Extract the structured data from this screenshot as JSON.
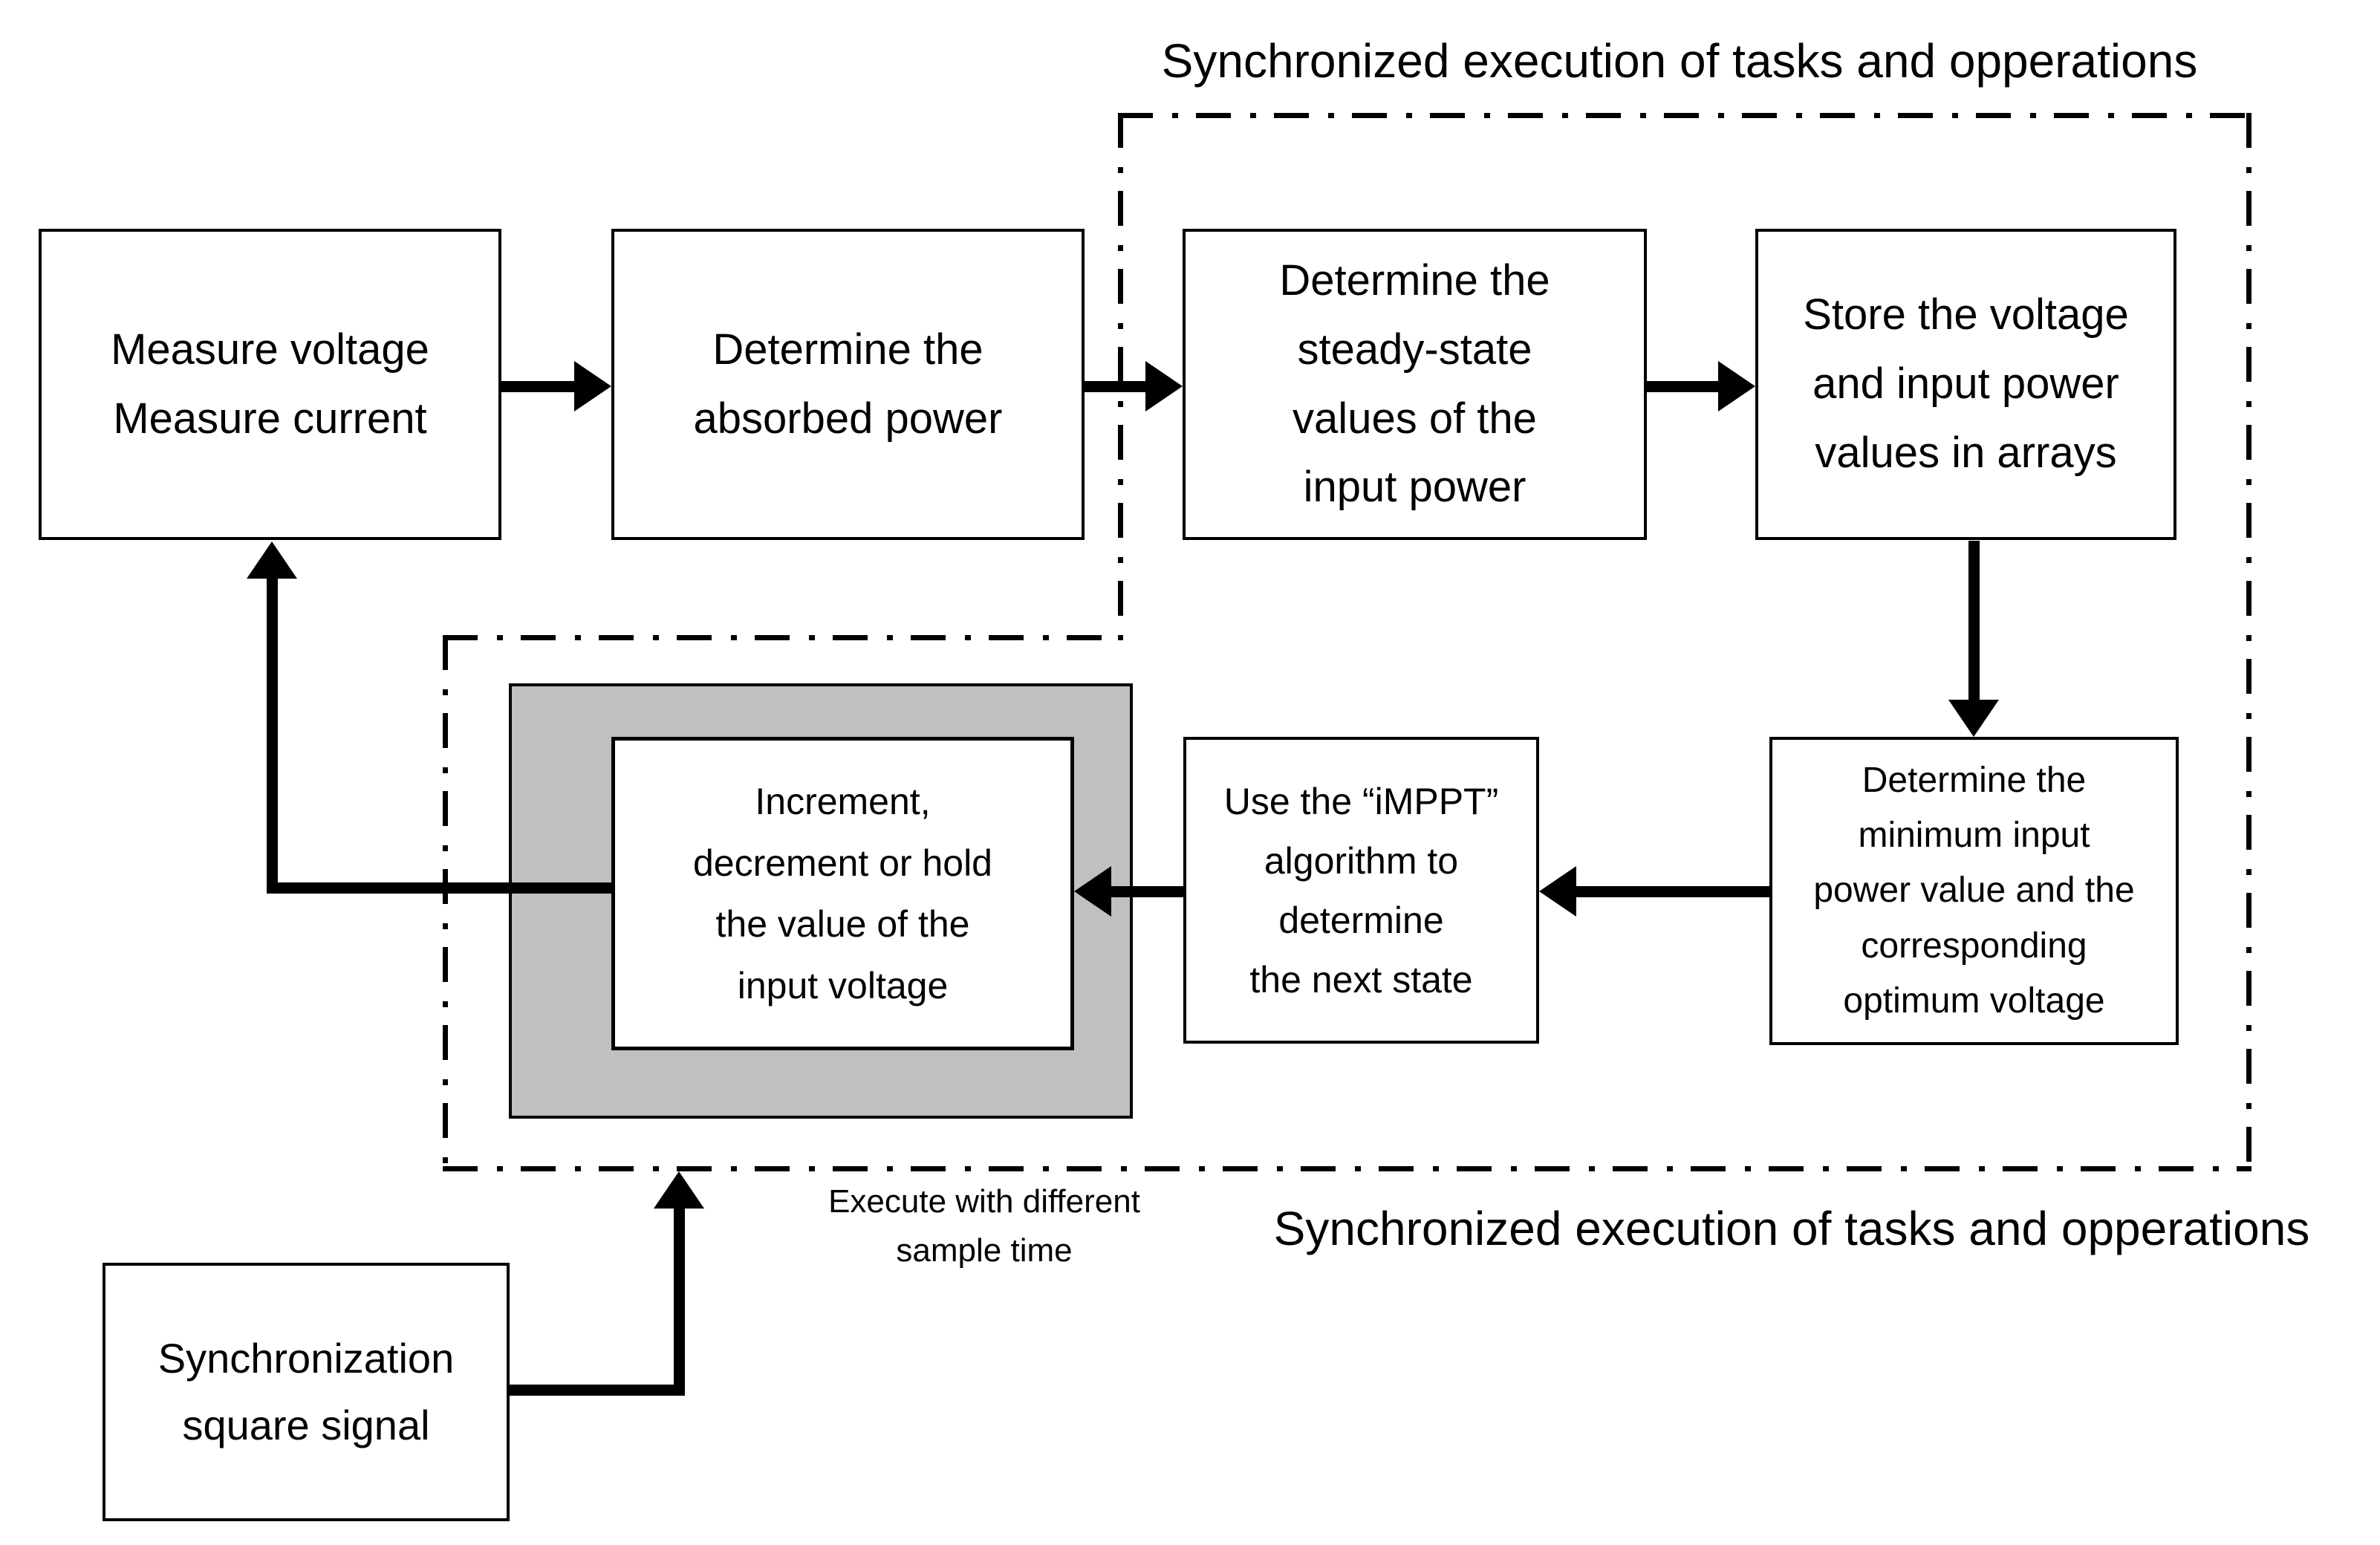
{
  "titles": {
    "top": "Synchronized execution of tasks and opperations",
    "bottom": "Synchronized execution of tasks and opperations"
  },
  "notes": {
    "sample_time": "Execute with different\nsample time"
  },
  "boxes": {
    "measure": "Measure voltage\nMeasure current",
    "absorbed_power": "Determine the\nabsorbed power",
    "steady_state": "Determine the\nsteady-state\nvalues of the\ninput power",
    "store_values": "Store the voltage\nand input power\nvalues in arrays",
    "minimum_power": "Determine the\nminimum input\npower value and the\ncorresponding\noptimum voltage",
    "imppt": "Use the “iMPPT”\nalgorithm to\ndetermine\nthe next state",
    "increment": "Increment,\ndecrement or hold\nthe value of the\ninput voltage",
    "sync": "Synchronization\nsquare signal"
  },
  "edges": [
    {
      "from": "measure",
      "to": "absorbed_power"
    },
    {
      "from": "absorbed_power",
      "to": "steady_state"
    },
    {
      "from": "steady_state",
      "to": "store_values"
    },
    {
      "from": "store_values",
      "to": "minimum_power"
    },
    {
      "from": "minimum_power",
      "to": "imppt"
    },
    {
      "from": "imppt",
      "to": "increment"
    },
    {
      "from": "increment",
      "to": "measure"
    },
    {
      "from": "sync",
      "to": "synchronized-region"
    }
  ],
  "colors": {
    "highlight_fill": "#c0c0c0",
    "line": "#000000",
    "background": "#ffffff"
  }
}
